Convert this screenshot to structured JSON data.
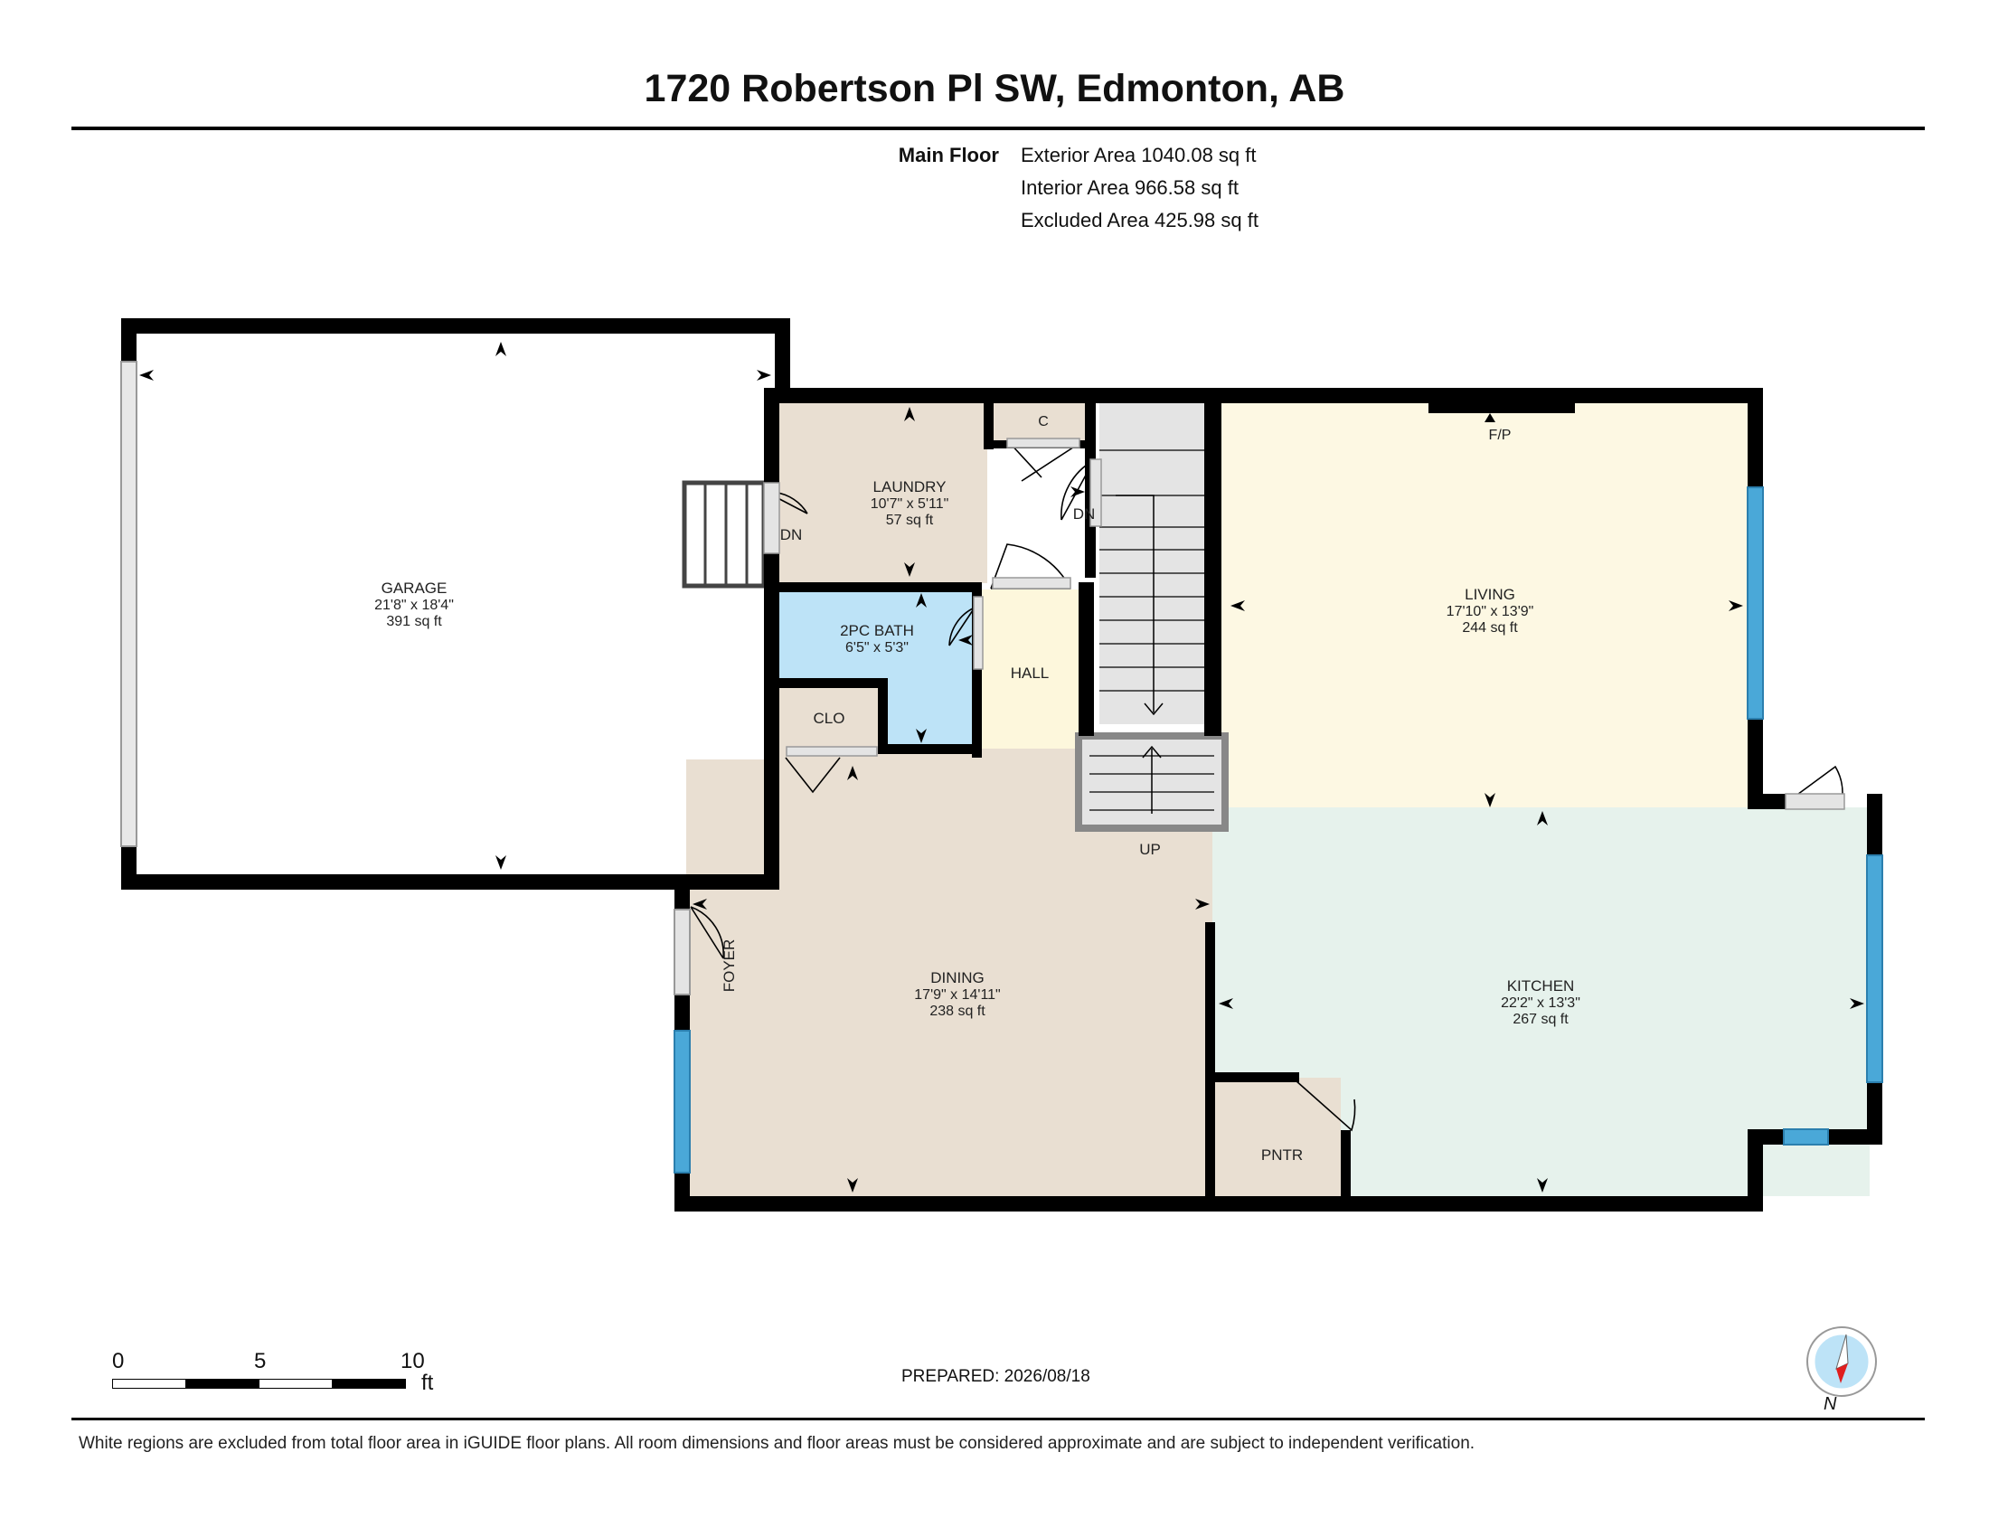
{
  "title": "1720 Robertson Pl SW, Edmonton, AB",
  "floor": {
    "name": "Main Floor",
    "exterior": "Exterior Area 1040.08 sq ft",
    "interior": "Interior Area 966.58 sq ft",
    "excluded": "Excluded Area 425.98 sq ft"
  },
  "rooms": {
    "garage": {
      "name": "GARAGE",
      "dims": "21'8\" x 18'4\"",
      "area": "391 sq ft"
    },
    "laundry": {
      "name": "LAUNDRY",
      "dims": "10'7\" x 5'11\"",
      "area": "57 sq ft"
    },
    "bath": {
      "name": "2PC BATH",
      "dims": "6'5\" x 5'3\""
    },
    "closet": {
      "name": "CLO"
    },
    "c": {
      "name": "C"
    },
    "hall": {
      "name": "HALL"
    },
    "living": {
      "name": "LIVING",
      "dims": "17'10\" x 13'9\"",
      "area": "244 sq ft"
    },
    "kitchen": {
      "name": "KITCHEN",
      "dims": "22'2\" x 13'3\"",
      "area": "267 sq ft"
    },
    "dining": {
      "name": "DINING",
      "dims": "17'9\" x 14'11\"",
      "area": "238 sq ft"
    },
    "pantry": {
      "name": "PNTR"
    },
    "foyer": {
      "name": "FOYER"
    }
  },
  "labels": {
    "dn1": "DN",
    "dn2": "DN",
    "up": "UP",
    "fp": "F/P"
  },
  "scale": {
    "n0": "0",
    "n5": "5",
    "n10": "10",
    "unit": "ft"
  },
  "prepared": "PREPARED: 2026/08/18",
  "compass_label": "N",
  "disclaimer": "White regions are excluded from total floor area in iGUIDE floor plans. All room dimensions and floor areas must be considered approximate and are subject to independent verification.",
  "colors": {
    "wall": "#000000",
    "laundry": "#e9dfd2",
    "bath": "#bde3f7",
    "hall": "#fdf7dc",
    "living": "#fdf8e3",
    "kitchen": "#e6f2ec",
    "dining": "#e9dfd2",
    "stairs": "#e4e4e4",
    "window": "#4aa8d8"
  }
}
